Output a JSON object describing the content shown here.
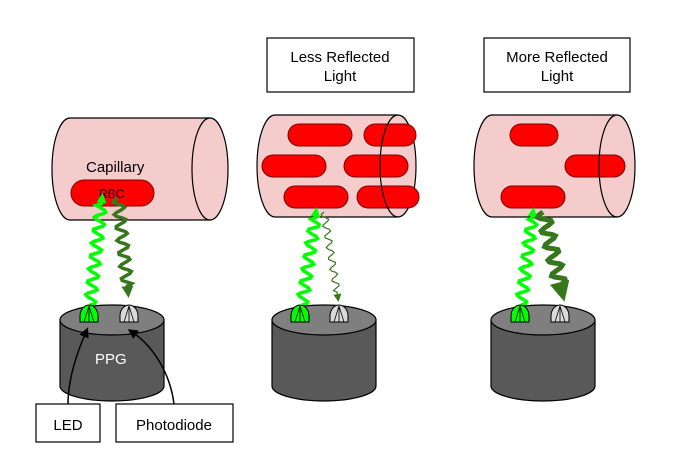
{
  "labels": {
    "capillary": "Capillary",
    "rbc": "RBC",
    "ppg": "PPG",
    "led": "LED",
    "photodiode": "Photodiode",
    "less_reflected_line1": "Less Reflected",
    "less_reflected_line2": "Light",
    "more_reflected_line1": "More Reflected",
    "more_reflected_line2": "Light"
  },
  "colors": {
    "capillary_fill": "#f4cccc",
    "rbc_fill": "#ff0000",
    "sensor_body": "#595959",
    "sensor_top": "#7f7f7f",
    "led_green": "#00ff00",
    "emitted_light": "#00ff00",
    "reflected_light": "#38761d",
    "photodiode_gray": "#d9d9d9",
    "ppg_text": "#ffffff"
  },
  "icons": {
    "led": "led-dome-icon",
    "photodiode": "photodiode-dome-icon"
  }
}
